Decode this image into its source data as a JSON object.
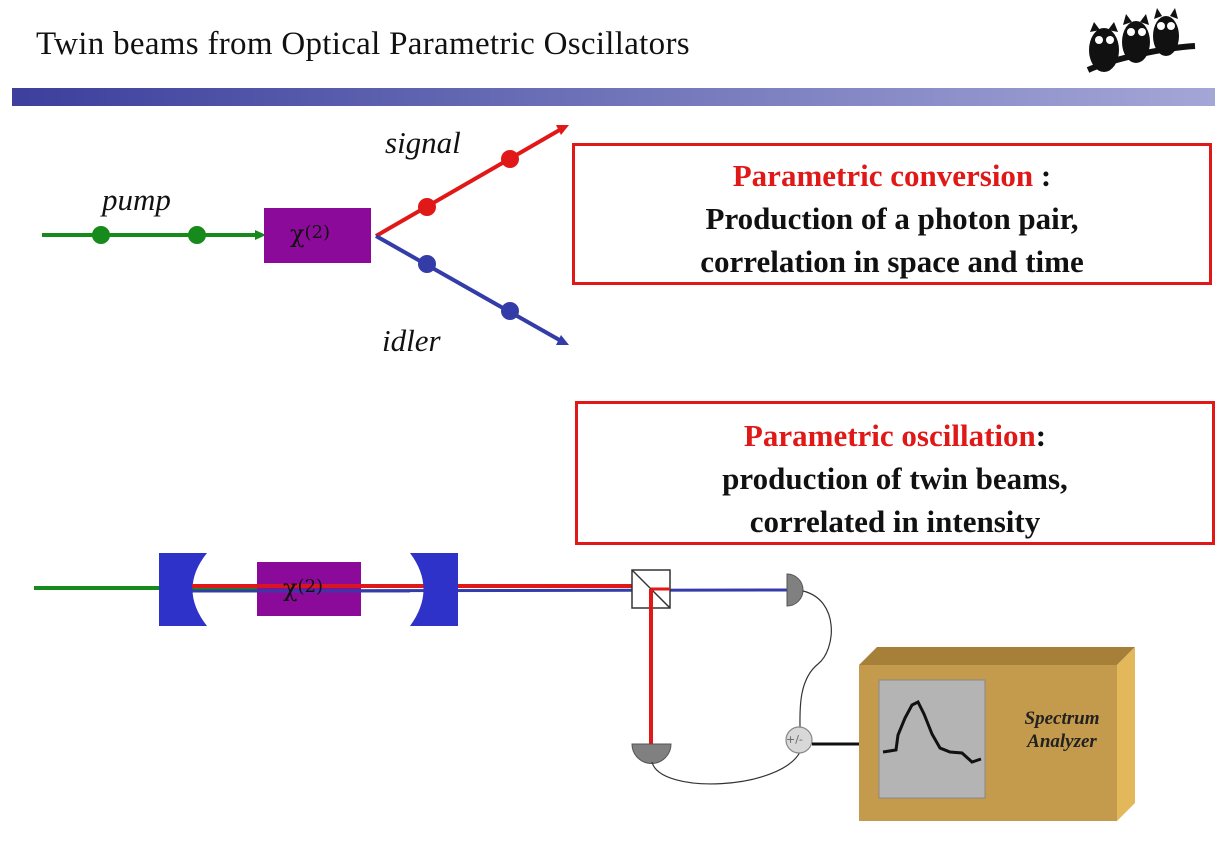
{
  "title": "Twin beams from Optical Parametric Oscillators",
  "labels": {
    "pump": "pump",
    "signal": "signal",
    "idler": "idler",
    "chi": "χ",
    "chi_order": "(2)",
    "plus_minus": "+/-"
  },
  "box_conversion": {
    "heading": "Parametric conversion",
    "heading_suffix": " :",
    "line1": "Production of  a photon pair,",
    "line2": "correlation in space and time"
  },
  "box_oscillation": {
    "heading": "Parametric oscillation",
    "heading_suffix": ":",
    "line1": "production of  twin beams,",
    "line2": "correlated in intensity"
  },
  "spectrum_analyzer": {
    "line1": "Spectrum",
    "line2": "Analyzer"
  },
  "colors": {
    "pump": "#168a1a",
    "signal": "#e01818",
    "idler": "#343ca8",
    "crystal": "#8c0a9a",
    "mirror": "#2e32c8",
    "analyzer": "#c49a4c",
    "box_border": "#e01818"
  },
  "icons": [
    "owls-logo-icon",
    "beam-splitter-icon",
    "photodetector-icon",
    "subtractor-icon"
  ]
}
